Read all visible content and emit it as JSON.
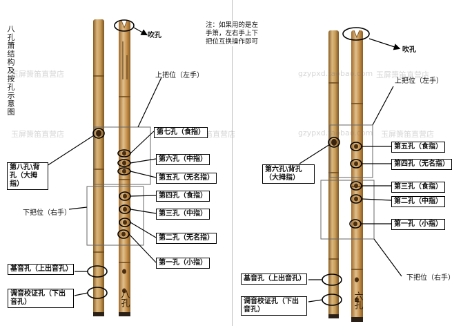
{
  "left": {
    "title": "八孔箫结构及按孔示意图",
    "blow_hole": "吹孔",
    "upper_hand": "上把位（左手）",
    "lower_hand": "下把位（右手）",
    "hole8_back": "第八孔\\背孔（大拇指）",
    "hole7": "第七孔（食指）",
    "hole6": "第六孔（中指）",
    "hole5": "第五孔（无名指）",
    "hole4": "第四孔（食指）",
    "hole3": "第三孔（中指）",
    "hole2": "第二孔（无名指）",
    "hole1": "第一孔（小指）",
    "base_hole": "基音孔（上出音孔）",
    "tuning_hole": "调音校证孔（下出音孔）",
    "bamboo_text": "八孔"
  },
  "note": "注：如果用的是左手箫，左右手上下把位互换操作即可",
  "right": {
    "blow_hole": "吹孔",
    "upper_hand": "上把位（左手）",
    "lower_hand": "下把位（右手）",
    "hole6_back": "第六孔\\背孔（大拇指）",
    "hole5": "第五孔（食指）",
    "hole4": "第四孔（无名指）",
    "hole3": "第三孔（食指）",
    "hole2": "第二孔（中指）",
    "hole1": "第一孔（小指）",
    "base_hole": "基音孔（上出音孔）",
    "tuning_hole": "调音校证孔（下出音孔）",
    "bamboo_text": "六孔"
  },
  "watermarks": {
    "shop_name": "玉屏箫笛直营店",
    "site": "gzypxd.taobao.com"
  },
  "colors": {
    "bamboo_light": "#d9b77e",
    "bamboo_dark": "#a9772f",
    "bamboo_shadow": "#7d5520",
    "line": "#000000",
    "box_line": "#666666"
  }
}
